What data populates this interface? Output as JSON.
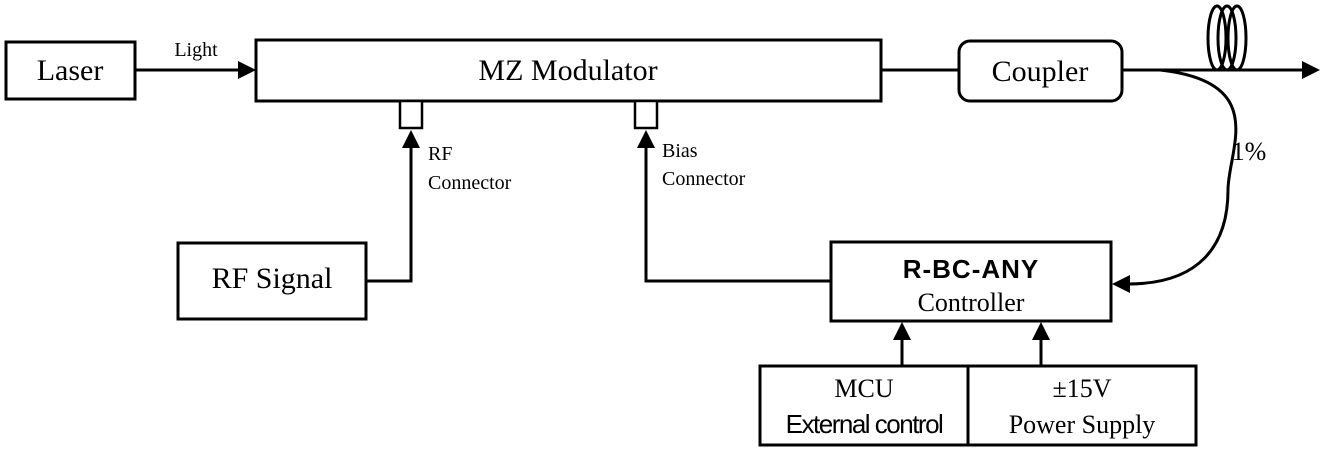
{
  "laser": {
    "label": "Laser"
  },
  "light_label": "Light",
  "mz_modulator": {
    "label": "MZ Modulator"
  },
  "coupler": {
    "label": "Coupler"
  },
  "rf_connector": {
    "line1": "RF",
    "line2": "Connector"
  },
  "bias_connector": {
    "line1": "Bias",
    "line2": "Connector"
  },
  "rf_signal": {
    "label": "RF Signal"
  },
  "tap_percent": "1%",
  "controller": {
    "model": "R-BC-ANY",
    "label": "Controller"
  },
  "mcu": {
    "line1": "MCU",
    "line2": "External control"
  },
  "power_supply": {
    "line1": "±15V",
    "line2": "Power Supply"
  },
  "colors": {
    "stroke": "#000000",
    "background": "#ffffff"
  }
}
